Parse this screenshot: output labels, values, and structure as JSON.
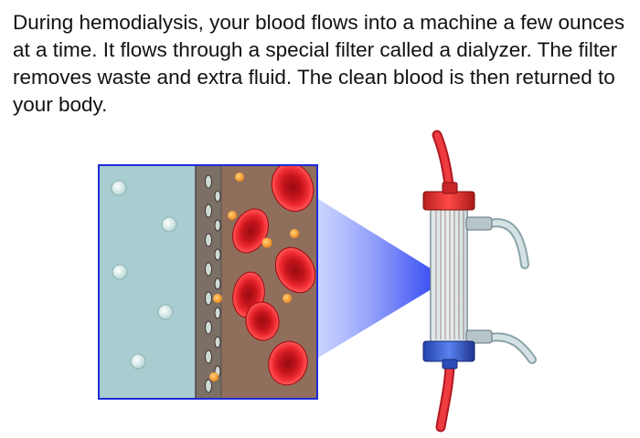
{
  "caption": "During hemodialysis, your blood flows into a machine a few ounces at a time. It flows through a special filter called a dialyzer. The filter removes waste and extra fluid. The clean blood is then returned to your body.",
  "illustration": {
    "subject": "dialyzer-filter",
    "magnified_view": "membrane-cross-section",
    "colors": {
      "dialysate_fluid": "#a8cdd0",
      "membrane": "#7b6f66",
      "blood_side": "#8f6e5c",
      "red_blood_cell": "#e0202a",
      "waste_particle": "#f5a623",
      "zoom_frame": "#1e2bd8",
      "tube_red": "#e8343a",
      "tube_clear": "#c9d6d8",
      "cap_red": "#e3312f",
      "cap_blue": "#3a5fd0"
    }
  }
}
